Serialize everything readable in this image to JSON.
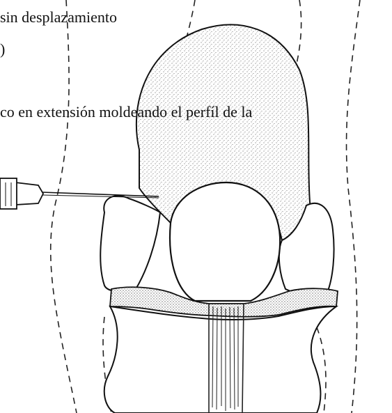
{
  "document": {
    "text_lines": [
      "sin desplazamiento",
      ")",
      "co en extensión moldeando el perfíl de la"
    ]
  },
  "colors": {
    "ink": "#111111",
    "background": "#ffffff",
    "stipple": "#3a3a3a"
  },
  "illustration": {
    "icon": "knee-joint-injection-drawing"
  }
}
